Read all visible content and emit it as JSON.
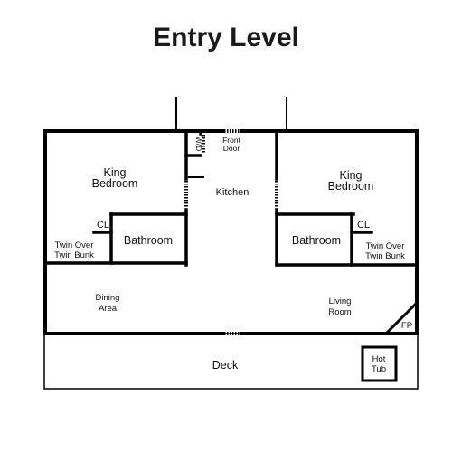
{
  "plan": {
    "title": "Entry Level",
    "rooms": {
      "king_bedroom_left": {
        "line1": "King",
        "line2": "Bedroom"
      },
      "king_bedroom_right": {
        "line1": "King",
        "line2": "Bedroom"
      },
      "front_door": {
        "line1": "Front",
        "line2": "Door"
      },
      "washer_dryer": "W/D",
      "kitchen": "Kitchen",
      "closet_left": "CL",
      "closet_right": "CL",
      "bathroom_left": "Bathroom",
      "bathroom_right": "Bathroom",
      "twin_bunk_left": {
        "line1": "Twin Over",
        "line2": "Twin Bunk"
      },
      "twin_bunk_right": {
        "line1": "Twin Over",
        "line2": "Twin Bunk"
      },
      "dining_area": {
        "line1": "Dining",
        "line2": "Area"
      },
      "living_room": {
        "line1": "Living",
        "line2": "Room"
      },
      "fireplace": "FP",
      "deck": "Deck",
      "hot_tub": {
        "line1": "Hot",
        "line2": "Tub"
      }
    }
  }
}
